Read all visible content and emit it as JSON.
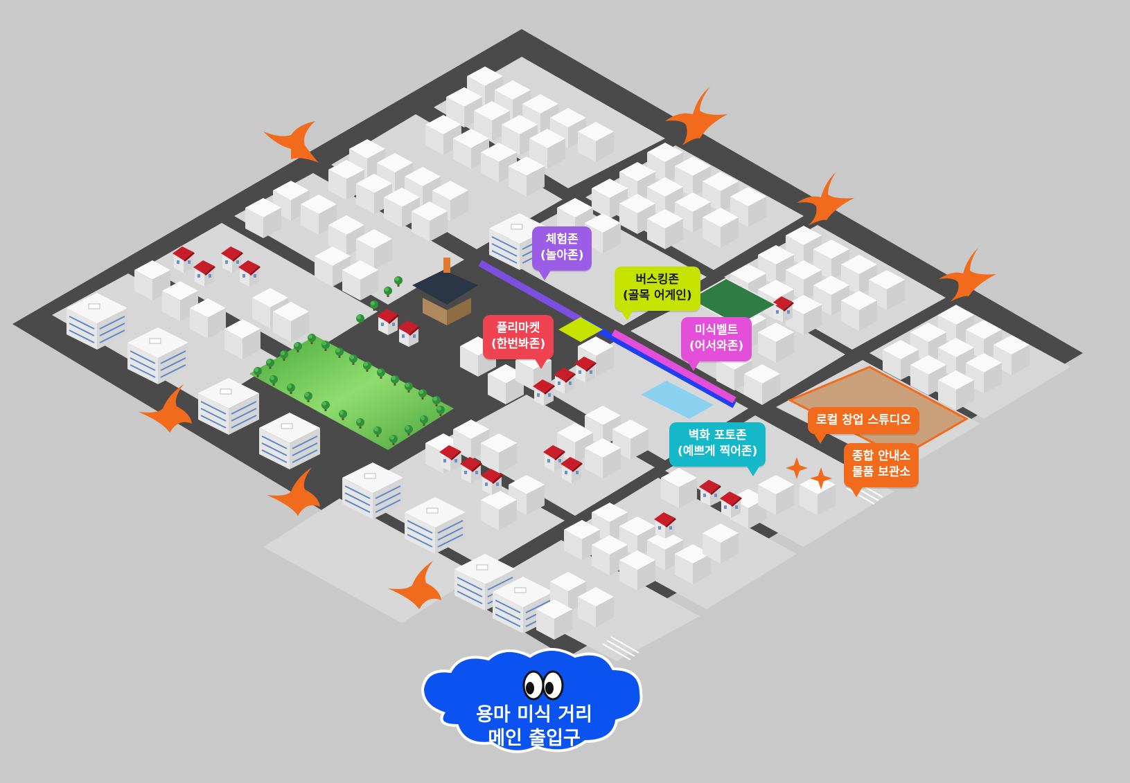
{
  "map": {
    "background": "#c9c9c9",
    "road_color": "#4a4a4a",
    "block_color": "#d9d9d9",
    "building_color": "#f4f4f4",
    "park_color": "#6cc24a",
    "roof_red": "#c81e2a",
    "marker_color": "#f26a1b"
  },
  "zones": [
    {
      "id": "experience",
      "line1": "체험존",
      "line2": "(놀아존)",
      "color": "#9b5de5"
    },
    {
      "id": "busking",
      "line1": "버스킹존",
      "line2": "(골목 어게인)",
      "color": "#c6e300"
    },
    {
      "id": "flea-market",
      "line1": "플리마켓",
      "line2": "(한번봐존)",
      "color": "#ef4351"
    },
    {
      "id": "food-belt",
      "line1": "미식벨트",
      "line2": "(어서와존)",
      "color": "#e34fd8"
    },
    {
      "id": "mural",
      "line1": "벽화 포토존",
      "line2": "(예쁘게 찍어존)",
      "color": "#14b8c8"
    },
    {
      "id": "studio",
      "line1": "로컬 창업 스튜디오",
      "line2": "",
      "color": "#f26a1b"
    },
    {
      "id": "info",
      "line1": "종합 안내소",
      "line2": "물품 보관소",
      "color": "#f26a1b"
    }
  ],
  "entrance": {
    "line1": "용마 미식 거리",
    "line2": "메인 출입구",
    "color": "#0a53f0"
  },
  "streets": [
    {
      "name": "experience-street",
      "color": "#7b4fe0"
    },
    {
      "name": "busking-street",
      "color": "#1f3ff0"
    },
    {
      "name": "food-street",
      "color": "#e34fd8"
    }
  ]
}
